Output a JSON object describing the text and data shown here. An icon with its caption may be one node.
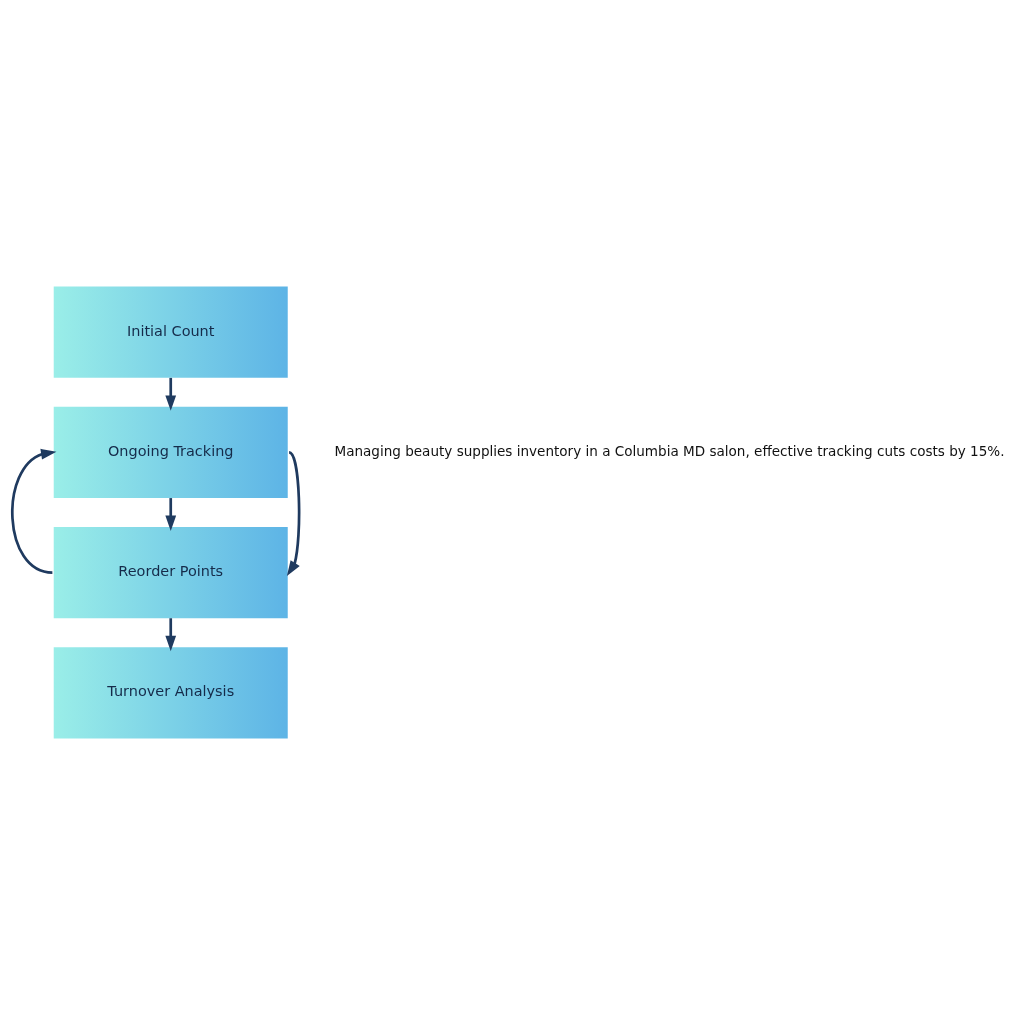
{
  "diagram": {
    "nodes": [
      {
        "text": [
          "Initial Count"
        ]
      },
      {
        "text": [
          "Ongoing Tracking"
        ]
      },
      {
        "text": [
          "Reorder Points"
        ]
      },
      {
        "text": [
          "Turnover Analysis"
        ]
      }
    ],
    "edges": [
      {
        "from": 0,
        "to": 1,
        "arrow": "to"
      },
      {
        "from": 1,
        "to": 2,
        "arrow": "to"
      },
      {
        "from": 2,
        "to": 1,
        "arrow": "to"
      },
      {
        "from": 1,
        "to": 2,
        "arrow": "to"
      },
      {
        "from": 2,
        "to": 3,
        "arrow": "to"
      }
    ],
    "labels": [
      "Managing beauty supplies inventory in a Columbia MD salon, effective tracking cuts costs by 15%."
    ]
  }
}
